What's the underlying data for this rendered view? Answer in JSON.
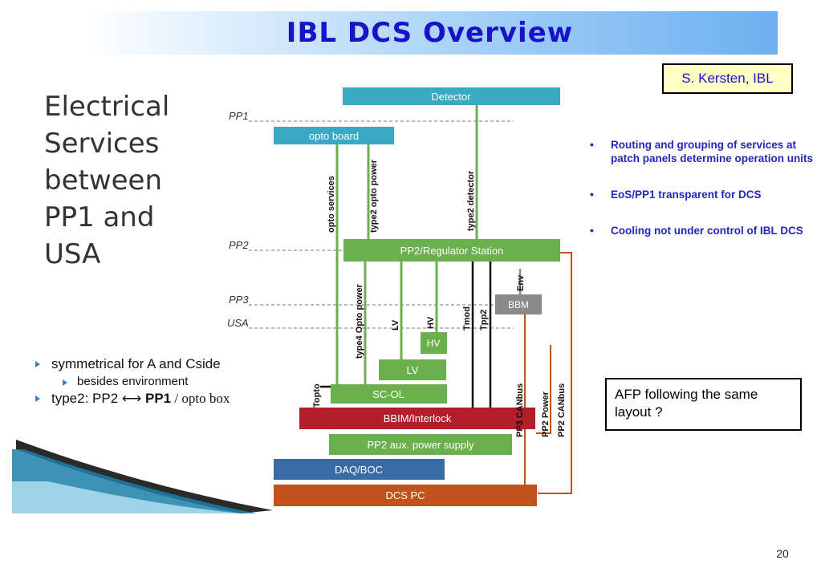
{
  "title": "IBL DCS Overview",
  "author": "S. Kersten, IBL",
  "page_number": "20",
  "left": {
    "heading_lines": [
      "Electrical",
      "Services",
      "between",
      "PP1 and",
      "USA"
    ],
    "bullets": [
      {
        "text": "symmetrical for A and Cside",
        "level": 1
      },
      {
        "text": "besides environment",
        "level": 2
      }
    ],
    "type2": {
      "prefix": "type2: PP2 ",
      "arrow": "⟷",
      "bold": " PP1",
      "rest": " / opto box"
    }
  },
  "right_bullets": [
    "Routing and grouping of services at patch panels determine operation units",
    "EoS/PP1 transparent for DCS",
    "Cooling not under control of IBL DCS"
  ],
  "afp_note": "AFP following the same layout ?",
  "diagram": {
    "levels": [
      "PP1",
      "PP2",
      "PP3",
      "USA"
    ],
    "blocks": {
      "detector": "Detector",
      "opto_board": "opto board",
      "pp2_regulator": "PP2/Regulator Station",
      "bbm": "BBM",
      "hv": "HV",
      "lv": "LV",
      "sc_ol": "SC-OL",
      "bbim": "BBIM/Interlock",
      "pp2_aux": "PP2 aux. power supply",
      "daq_boc": "DAQ/BOC",
      "dcs_pc": "DCS PC"
    },
    "cables": {
      "opto_services": "opto services",
      "type2_opto_power": "type2 opto power",
      "type2_detector": "type2 detector",
      "type4_opto_power": "type4 Opto power",
      "lv": "LV",
      "hv": "HV",
      "tmod": "Tmod",
      "tpp2": "Tpp2",
      "env": "Env",
      "topto": "Topto",
      "pp3_canbus": "PP3 CANbus",
      "pp2_power": "PP2 Power",
      "pp2_canbus": "PP2 CANbus"
    },
    "colors": {
      "detector": "#3ba9c4",
      "green": "#6ab04c",
      "bbm": "#8a8a8a",
      "bbim": "#b21e2a",
      "daq": "#3a6aa3",
      "dcs": "#c2521c",
      "title": "#1a12c9",
      "bullet_text": "#2427b8"
    }
  }
}
